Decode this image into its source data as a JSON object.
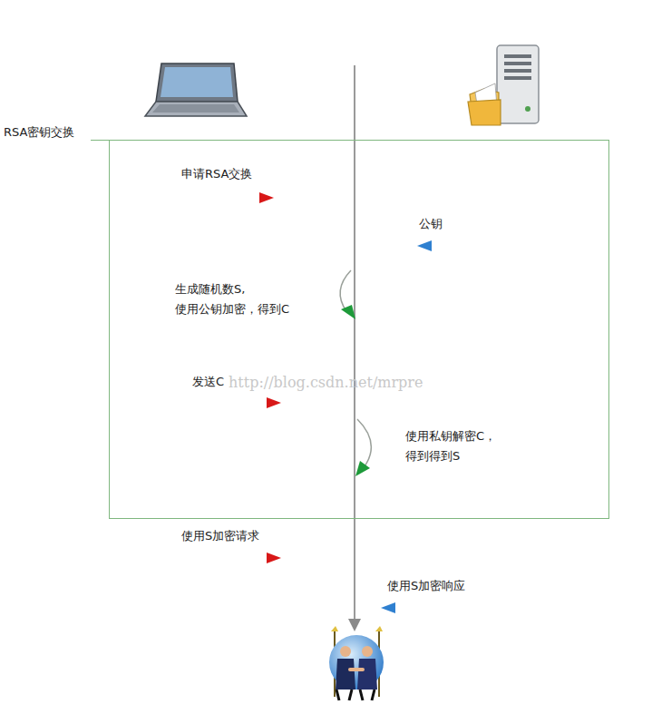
{
  "diagram": {
    "nodes": [
      {
        "text": [
          "RSA密钥交换"
        ]
      }
    ],
    "labels": [
      "申请RSA交换",
      "公钥",
      "生成随机数S, 使用公钥加密，得到C",
      "发送C",
      "http://blog.csdn.net/mrpre",
      "使用私钥解密C， 得到得到S",
      "使用S加密请求",
      "使用S加密响应"
    ]
  }
}
